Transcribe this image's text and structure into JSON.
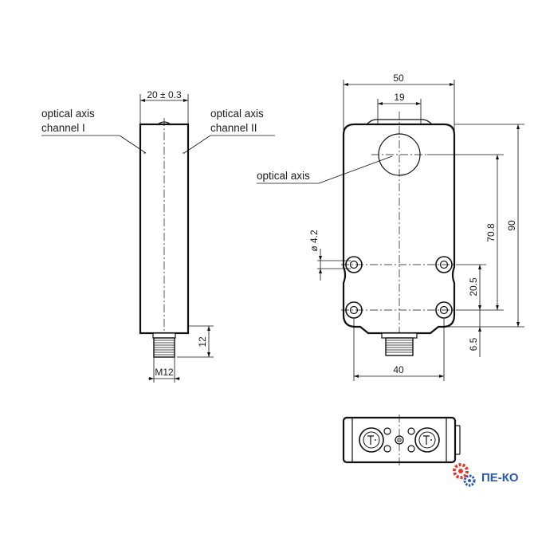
{
  "side_view": {
    "width_dim": "20 ± 0.3",
    "label_channel_1_line1": "optical axis",
    "label_channel_1_line2": "channel I",
    "label_channel_2_line1": "optical axis",
    "label_channel_2_line2": "channel II",
    "connector_height_dim": "12",
    "connector_thread": "M12"
  },
  "front_view": {
    "width_dim": "50",
    "optics_dim": "19",
    "optical_axis_label": "optical axis",
    "hole_dia_dim": "ø 4.2",
    "height_dim": "90",
    "axis_height_dim": "70.8",
    "hole_spacing_dim": "20.5",
    "bottom_offset_dim": "6.5",
    "hole_span_dim": "40"
  },
  "logo": {
    "text": "ПЕ-КО",
    "gear_color": "#e23b2e",
    "gear_color_2": "#2a5aa8"
  }
}
